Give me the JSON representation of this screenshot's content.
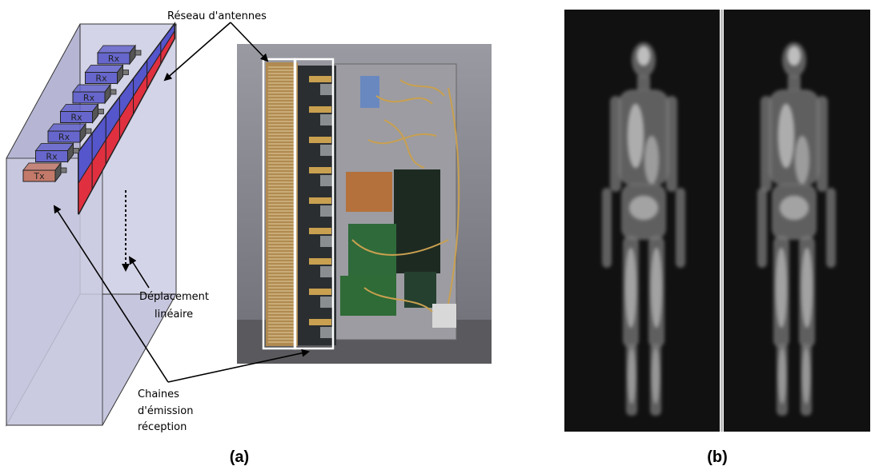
{
  "labels": {
    "antenna_array": "Réseau d'antennes",
    "displacement_line1": "Déplacement",
    "displacement_line2": "linéaire",
    "chains_line1": "Chaines",
    "chains_line2": "d'émission",
    "chains_line3": "réception"
  },
  "captions": {
    "a": "(a)",
    "b": "(b)"
  },
  "modules": [
    {
      "label": "Rx"
    },
    {
      "label": "Rx"
    },
    {
      "label": "Rx"
    },
    {
      "label": "Rx"
    },
    {
      "label": "Rx"
    },
    {
      "label": "Rx"
    },
    {
      "label": "Tx"
    }
  ],
  "colors": {
    "rx_module": "#6666cc",
    "tx_module": "#c47a6a",
    "antenna_red": "#e03040",
    "antenna_blue": "#5555cc",
    "box_face": "#c8c8e0",
    "box_side": "#b0b0d0",
    "photo_background": "#8a8a90",
    "scan_background": "#111111"
  }
}
